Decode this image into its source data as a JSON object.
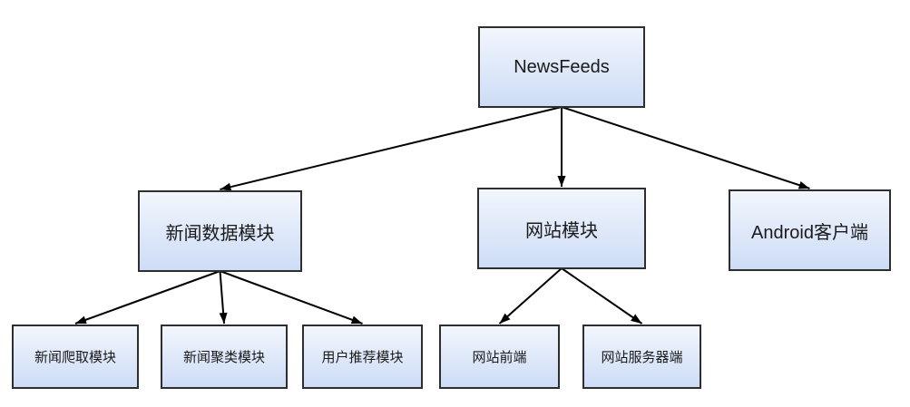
{
  "diagram": {
    "type": "tree",
    "nodes": {
      "root": {
        "label": "NewsFeeds",
        "level": 1
      },
      "news_data": {
        "label": "新闻数据模块",
        "level": 2
      },
      "website": {
        "label": "网站模块",
        "level": 2
      },
      "android": {
        "label": "Android客户端",
        "level": 2
      },
      "crawler": {
        "label": "新闻爬取模块",
        "level": 3
      },
      "clustering": {
        "label": "新闻聚类模块",
        "level": 3
      },
      "recommend": {
        "label": "用户推荐模块",
        "level": 3
      },
      "web_frontend": {
        "label": "网站前端",
        "level": 3
      },
      "web_server": {
        "label": "网站服务器端",
        "level": 3
      }
    },
    "edges": [
      {
        "from": "root",
        "to": "news_data"
      },
      {
        "from": "root",
        "to": "website"
      },
      {
        "from": "root",
        "to": "android"
      },
      {
        "from": "news_data",
        "to": "crawler"
      },
      {
        "from": "news_data",
        "to": "clustering"
      },
      {
        "from": "news_data",
        "to": "recommend"
      },
      {
        "from": "website",
        "to": "web_frontend"
      },
      {
        "from": "website",
        "to": "web_server"
      }
    ],
    "colors": {
      "box_border": "#2e2e2e",
      "box_fill_top": "#f2f6fd",
      "box_fill_bottom": "#cddcf6",
      "arrow": "#000000",
      "text": "#1a1a1a",
      "background": "#ffffff"
    }
  }
}
